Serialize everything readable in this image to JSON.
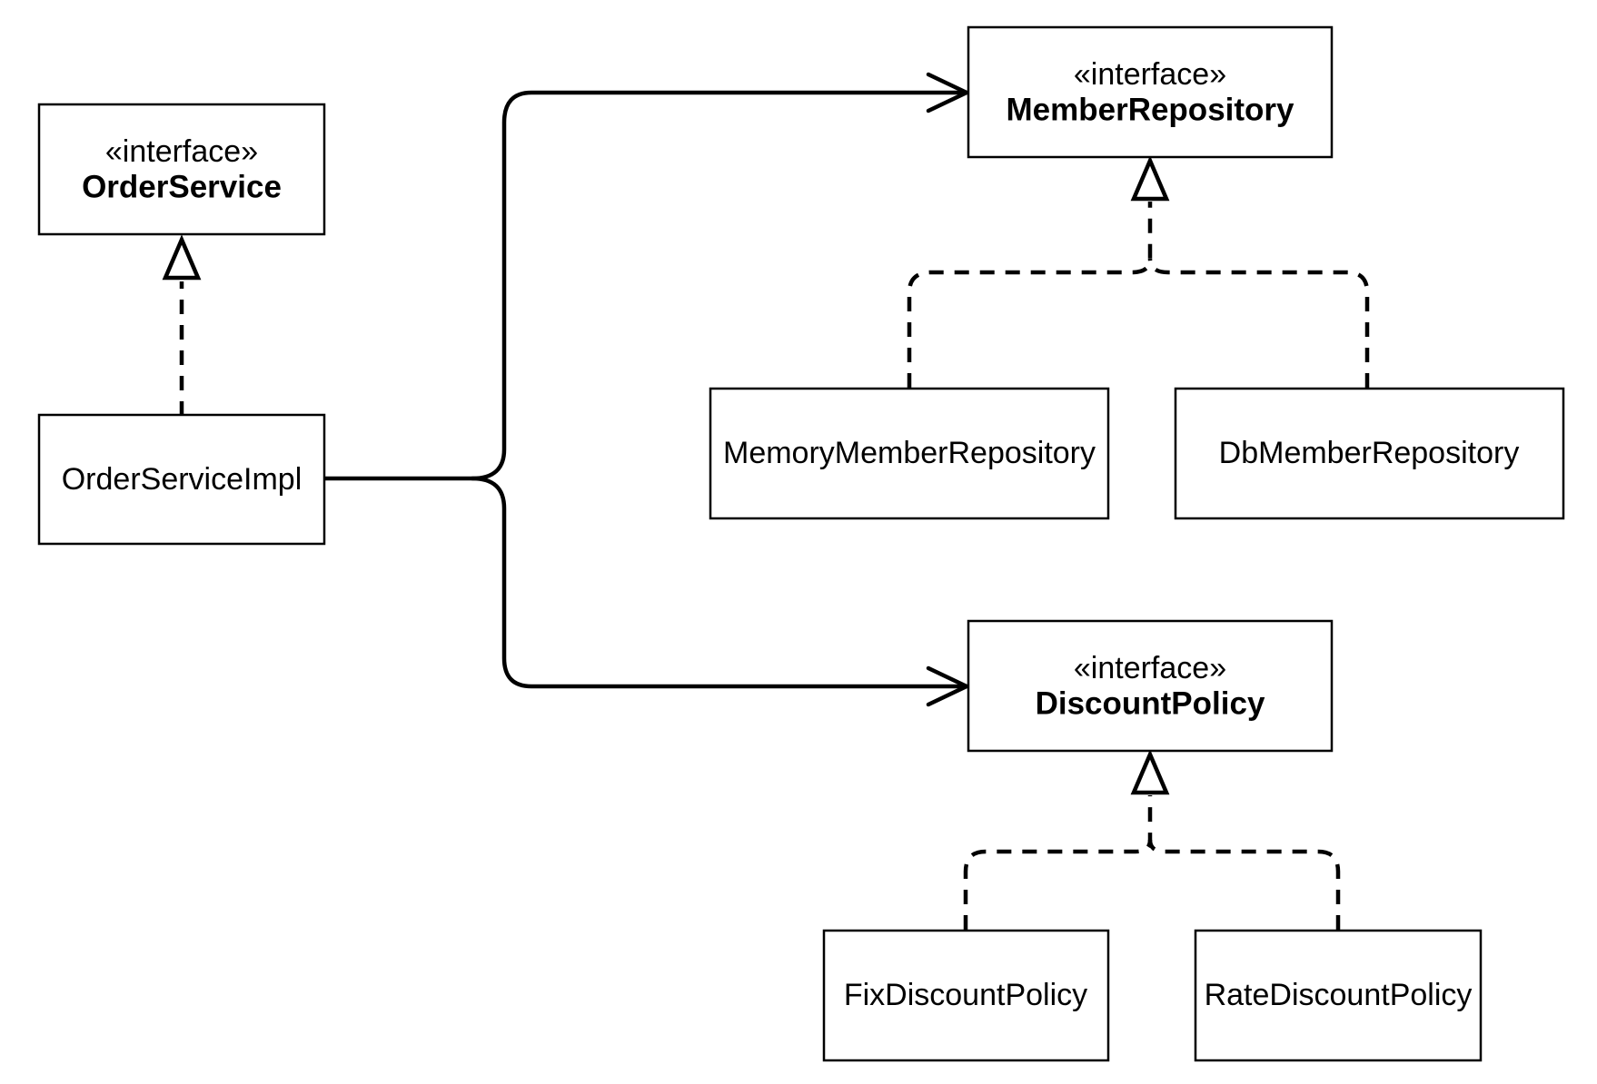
{
  "diagram": {
    "nodes": {
      "order_service": {
        "stereotype": "«interface»",
        "name": "OrderService"
      },
      "order_service_impl": {
        "name": "OrderServiceImpl"
      },
      "member_repository": {
        "stereotype": "«interface»",
        "name": "MemberRepository"
      },
      "memory_member_repository": {
        "name": "MemoryMemberRepository"
      },
      "db_member_repository": {
        "name": "DbMemberRepository"
      },
      "discount_policy": {
        "stereotype": "«interface»",
        "name": "DiscountPolicy"
      },
      "fix_discount_policy": {
        "name": "FixDiscountPolicy"
      },
      "rate_discount_policy": {
        "name": "RateDiscountPolicy"
      }
    },
    "edges": [
      {
        "from": "OrderServiceImpl",
        "to": "OrderService",
        "type": "realization"
      },
      {
        "from": "OrderServiceImpl",
        "to": "MemberRepository",
        "type": "dependency"
      },
      {
        "from": "OrderServiceImpl",
        "to": "DiscountPolicy",
        "type": "dependency"
      },
      {
        "from": "MemoryMemberRepository",
        "to": "MemberRepository",
        "type": "realization"
      },
      {
        "from": "DbMemberRepository",
        "to": "MemberRepository",
        "type": "realization"
      },
      {
        "from": "FixDiscountPolicy",
        "to": "DiscountPolicy",
        "type": "realization"
      },
      {
        "from": "RateDiscountPolicy",
        "to": "DiscountPolicy",
        "type": "realization"
      }
    ]
  }
}
